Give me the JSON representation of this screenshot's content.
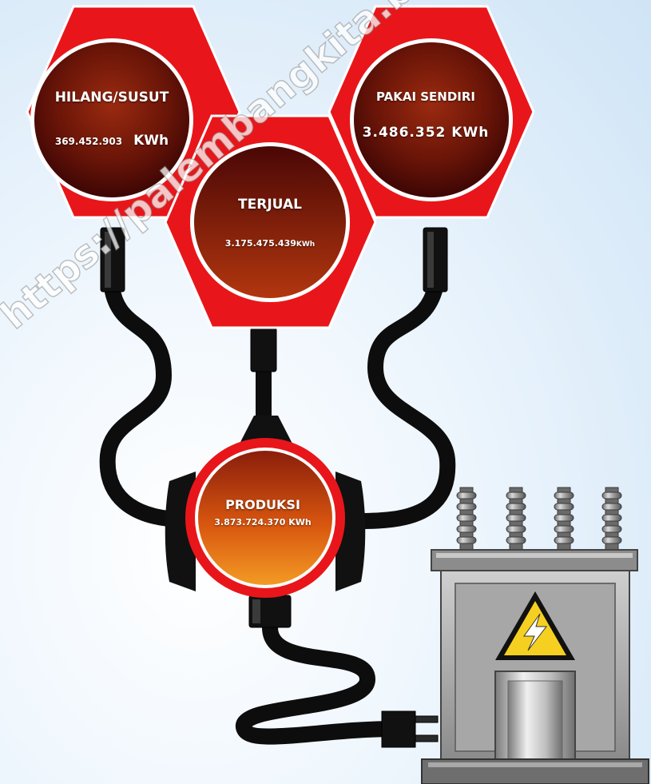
{
  "nodes": {
    "hilang": {
      "title": "HILANG/SUSUT",
      "value": "369.452.903",
      "unit": "KWh"
    },
    "pakai": {
      "title": "PAKAI SENDIRI",
      "value": "3.486.352",
      "unit": "KWh"
    },
    "terjual": {
      "title": "TERJUAL",
      "value": "3.175.475.439",
      "unit": "KWh"
    },
    "produksi": {
      "title": "PRODUKSI",
      "value": "3.873.724.370",
      "unit": "KWh"
    }
  },
  "watermark": "https://palembangkita.blogspot.com",
  "colors": {
    "hexagon_red": "#e8161a",
    "circle_dark": "#5a0a06",
    "circle_orange": "#e2701a",
    "cable": "#0d0d0d",
    "warning_yellow": "#f5d020"
  },
  "icons": [
    "transformer-icon",
    "lightning-warning-icon"
  ]
}
